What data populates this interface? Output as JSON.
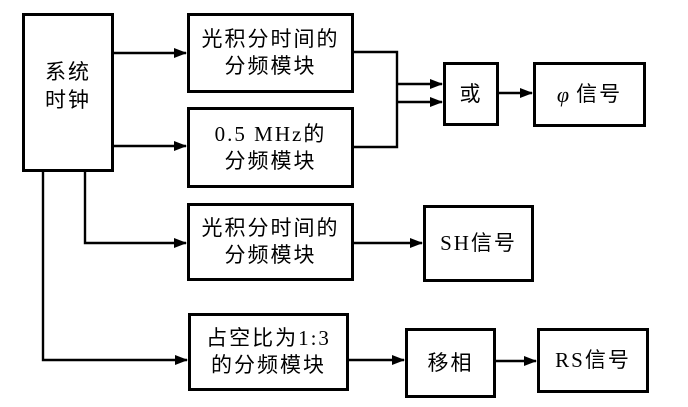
{
  "diagram": {
    "colors": {
      "background": "#ffffff",
      "line": "#000000",
      "text": "#000000"
    },
    "boxes": {
      "system_clock": {
        "lines": [
          "系统",
          "时钟"
        ]
      },
      "integration_divider_top": {
        "lines": [
          "光积分时间的",
          "分频模块"
        ]
      },
      "mhz_divider": {
        "lines": [
          "0.5 MHz的",
          "分频模块"
        ]
      },
      "or_gate": {
        "lines": [
          "或"
        ]
      },
      "phi_signal": {
        "symbol": "φ",
        "text": "信号"
      },
      "integration_divider_mid": {
        "lines": [
          "光积分时间的",
          "分频模块"
        ]
      },
      "sh_signal": {
        "lines": [
          "SH信号"
        ]
      },
      "duty_divider": {
        "lines": [
          "占空比为1:3",
          "的分频模块"
        ]
      },
      "phase_shift": {
        "lines": [
          "移相"
        ]
      },
      "rs_signal": {
        "lines": [
          "RS信号"
        ]
      }
    },
    "edges": [
      {
        "from": "system_clock",
        "to": "integration_divider_top"
      },
      {
        "from": "system_clock",
        "to": "mhz_divider"
      },
      {
        "from": "integration_divider_top",
        "to": "or_gate"
      },
      {
        "from": "mhz_divider",
        "to": "or_gate"
      },
      {
        "from": "or_gate",
        "to": "phi_signal"
      },
      {
        "from": "system_clock",
        "to": "integration_divider_mid"
      },
      {
        "from": "integration_divider_mid",
        "to": "sh_signal"
      },
      {
        "from": "system_clock",
        "to": "duty_divider"
      },
      {
        "from": "duty_divider",
        "to": "phase_shift"
      },
      {
        "from": "phase_shift",
        "to": "rs_signal"
      }
    ]
  }
}
